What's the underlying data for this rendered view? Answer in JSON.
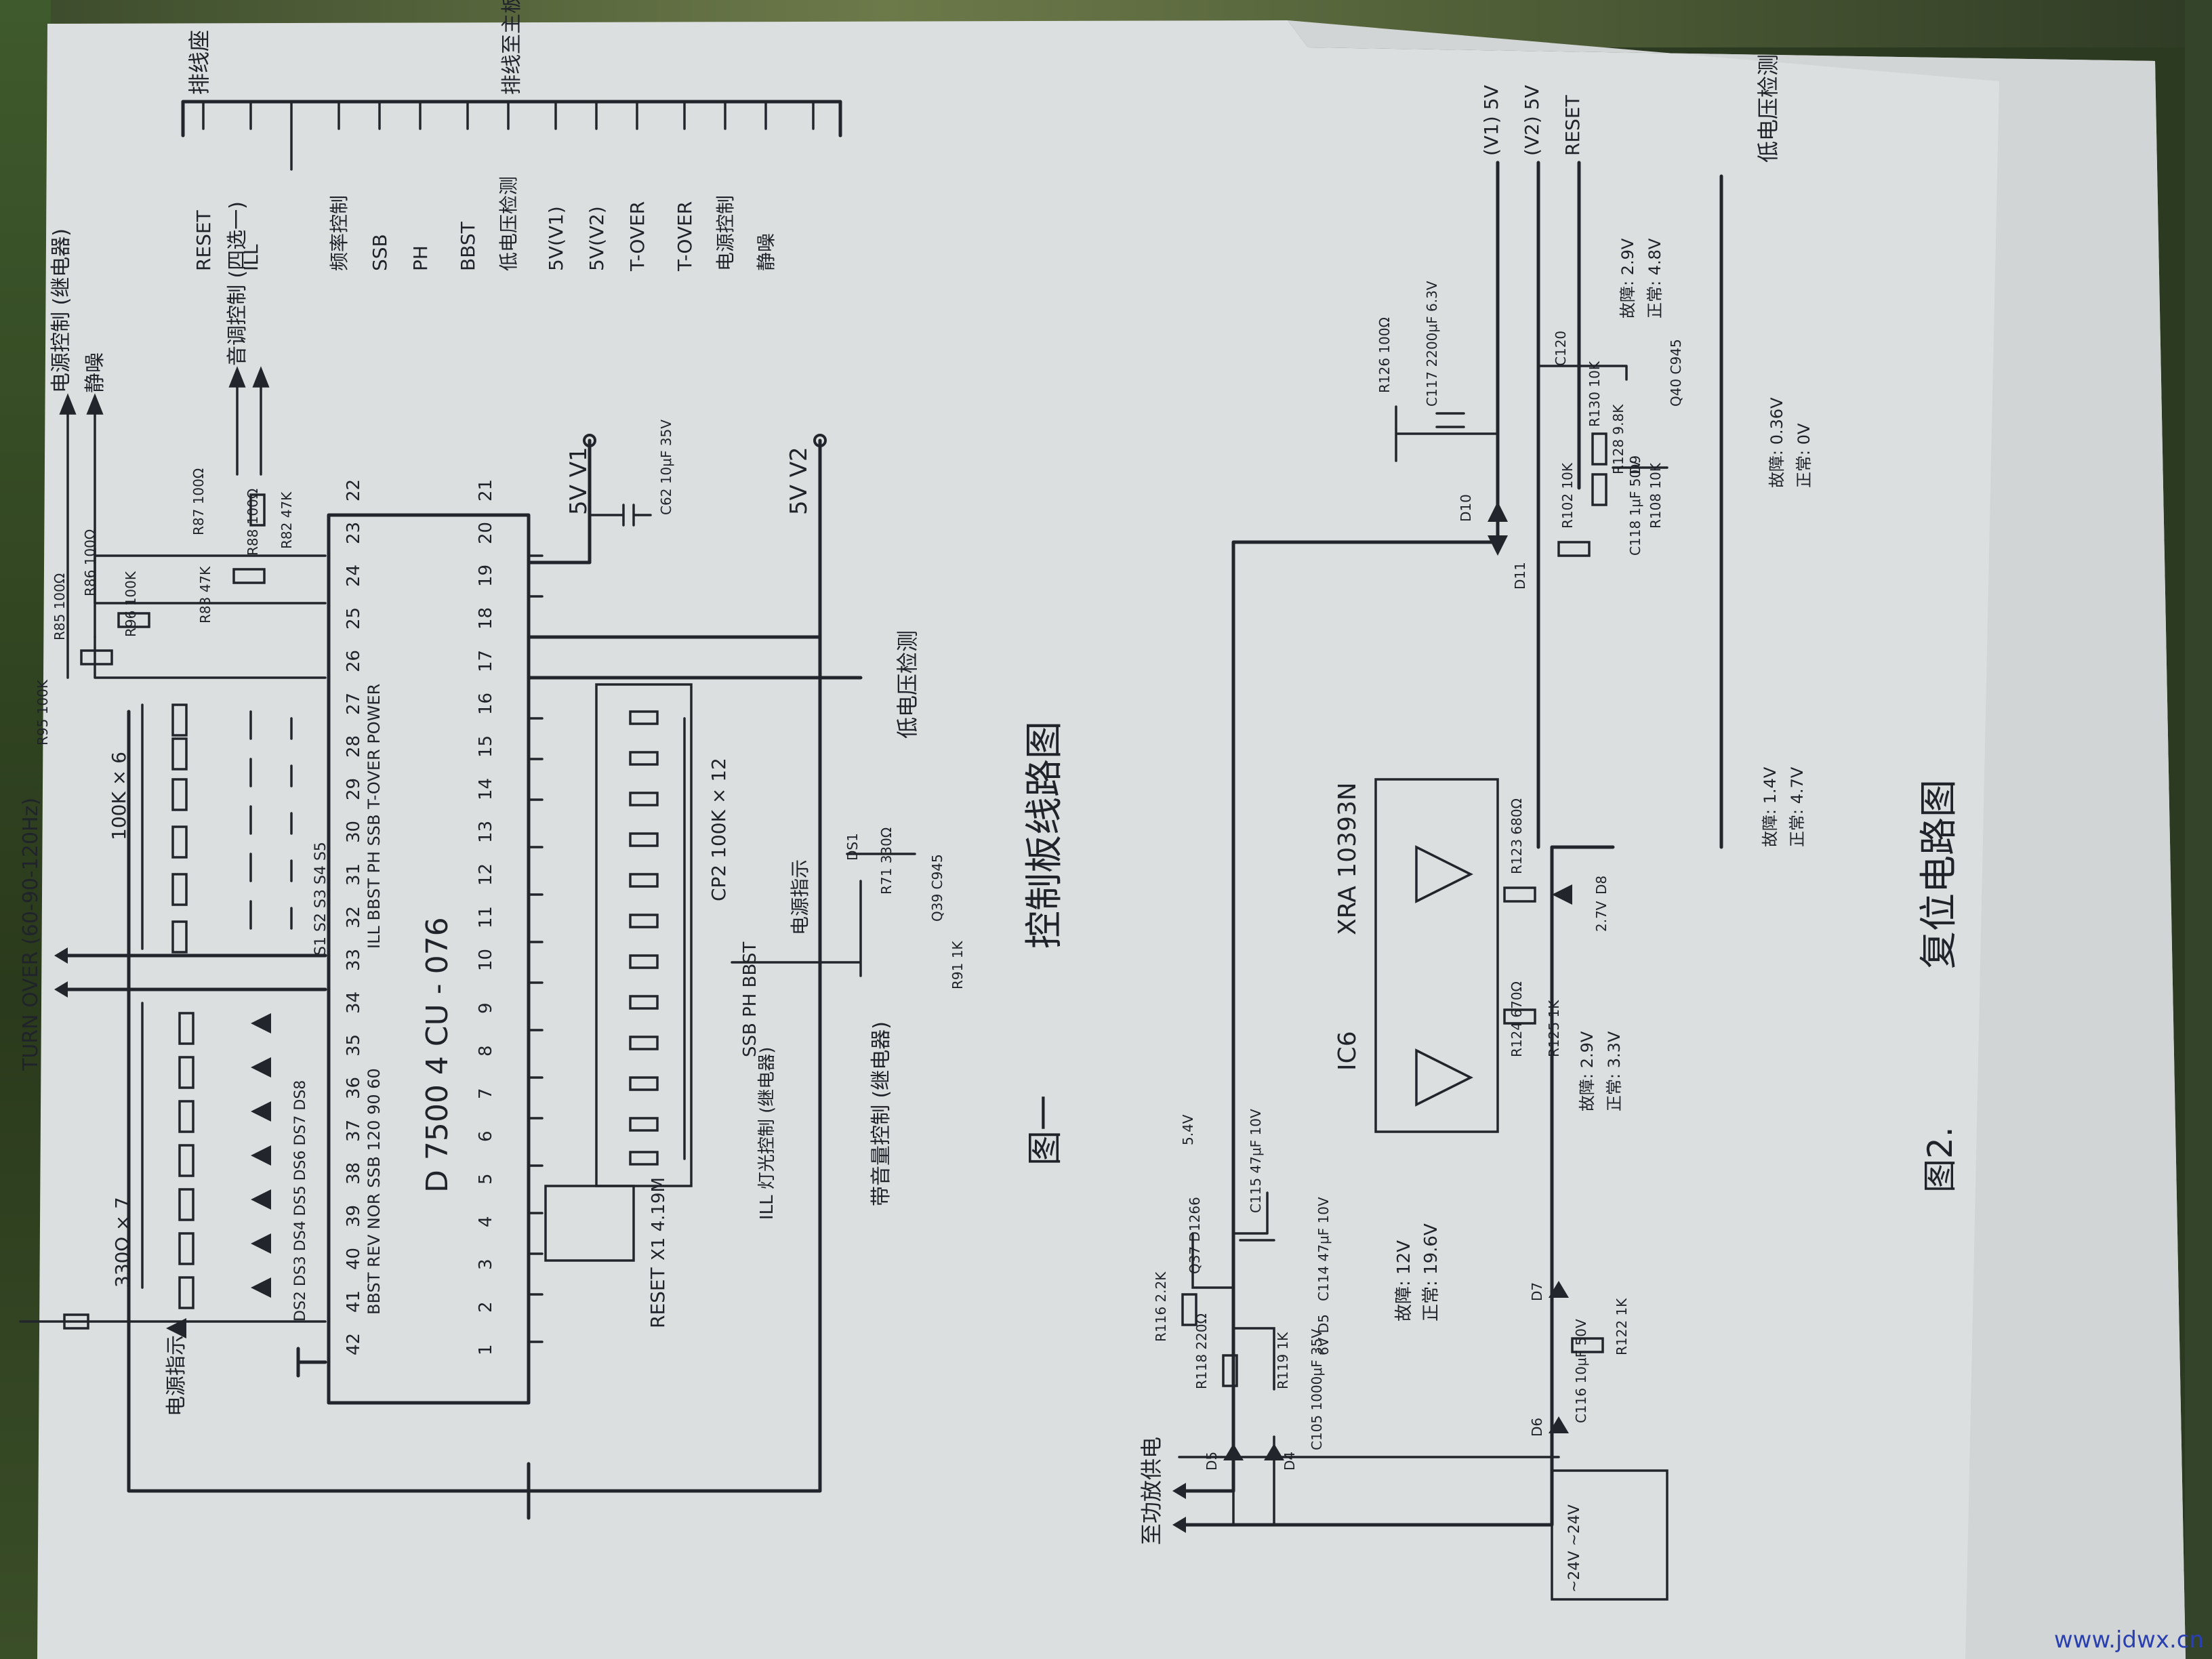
{
  "fig1": {
    "ic_name": "D 7500 4 CU - 076",
    "caption_cn": "控制板线路图",
    "caption_fig": "图一",
    "res_330": "330Ω × 7",
    "res_100k6": "100K × 6",
    "res_cp2": "CP2  100K × 12",
    "turn_over": "TURN OVER (60-90-120Hz)",
    "reset": "RESET",
    "x1": "X1  4.19M",
    "v1": "5V V1",
    "v2": "5V V2",
    "low_v_detect": "低电压检测",
    "c62": "C62 10μF 35V",
    "ill_label": "ILL 灯光控制 (继电器)",
    "music_ctrl": "带音量控制 (继电器)",
    "led_power": "电源指示",
    "ds1": "DS1",
    "r71": "R71 330Ω",
    "q39": "Q39 C945",
    "r91": "R91 1K",
    "power_ctrl_relay": "电源控制 (继电器)",
    "mute": "静噪",
    "sound_ctrl": "音调控制 (四选一)",
    "r85": "R85 100Ω",
    "r86": "R86 100Ω",
    "r96": "R96 100K",
    "r95": "R95 100K",
    "r87": "R87 100Ω",
    "r88": "R88 100Ω",
    "r82": "R82 47K",
    "r83": "R83 47K",
    "ds_labels": [
      "DS2",
      "DS3",
      "DS4",
      "DS5",
      "DS6",
      "DS7",
      "DS8"
    ],
    "ds_bottom": "DS2 DS3 DS4 DS5 DS6 DS7 DS8",
    "s_labels": [
      "S1",
      "S2",
      "S3",
      "S4",
      "S5"
    ],
    "pins_left": [
      "1",
      "2",
      "3",
      "4",
      "5",
      "6",
      "7",
      "8",
      "9",
      "10",
      "11",
      "12",
      "13",
      "14",
      "15",
      "16",
      "17",
      "18",
      "19",
      "20",
      "21"
    ],
    "pins_right": [
      "42",
      "41",
      "40",
      "39",
      "38",
      "37",
      "36",
      "35",
      "34",
      "33",
      "32",
      "31",
      "30",
      "29",
      "28",
      "27",
      "26",
      "25",
      "24",
      "23",
      "22"
    ],
    "pin_fn_row": "BBST REV NOR SSB 120 90 60",
    "pin_fn_row2": "ILL BBST PH SSB T-OVER POWER",
    "seg_labels": "SSB PH BBST",
    "ill_pin": "ILL"
  },
  "connector": {
    "title": "排线座",
    "arrow_note": "排线至主板",
    "signals": [
      "RESET",
      "ILL",
      "频率控制",
      "SSB",
      "PH",
      "BBST",
      "低电压检测",
      "5V(V1)",
      "5V(V2)",
      "T-OVER",
      "T-OVER",
      "电源控制",
      "静噪"
    ]
  },
  "fig2": {
    "caption_cn": "复位电路图",
    "caption_fig": "图2.",
    "ic6": "IC6",
    "xra": "XRA 10393N",
    "to_power": "至功放供电",
    "v1_5v": "(V1) 5V",
    "v2_5v": "(V2) 5V",
    "reset": "RESET",
    "low_v_detect": "低电压检测",
    "q37": "Q37 D1266",
    "q37_v": "5.4V",
    "q40": "Q40 C945",
    "c115": "C115 47μF 10V",
    "c114": "C114 47μF 10V",
    "d5_6v": "6V D5",
    "r116": "R116 2.2K",
    "r118": "R118 220Ω",
    "r119": "R119 1K",
    "c105": "C105 1000μF 35V",
    "v_fault1": "故障: 12V",
    "v_norm1": "正常: 19.6V",
    "d7": "D7",
    "d6": "D6",
    "d4": "D4",
    "d5": "D5",
    "c116": "C116 10μF 50V",
    "r122": "R122 1K",
    "r124": "R124 670Ω",
    "r125": "R125 1K",
    "v_fault2": "故障: 2.9V",
    "v_norm2": "正常: 3.3V",
    "r123": "R123 680Ω",
    "d8": "D8",
    "d8_v": "2.7V",
    "v_fault3": "故障: 1.4V",
    "v_norm3": "正常: 4.7V",
    "d10": "D10",
    "d11": "D11",
    "r102": "R102 10K",
    "c118": "C118 1μF 50V",
    "r126": "R126 100Ω",
    "c117": "C117 2200μF 6.3V",
    "c120": "C120",
    "r130": "R130 10K",
    "r128": "R128 9.8K",
    "d9": "D9",
    "r108": "R108 10K",
    "v_fault4": "故障: 2.9V",
    "v_norm4": "正常: 4.8V",
    "v_fault5": "故障: 0.36V",
    "v_norm5": "正常: 0V",
    "transformer": "~24V  ~24V"
  },
  "watermark": "www.jdwx.cn"
}
